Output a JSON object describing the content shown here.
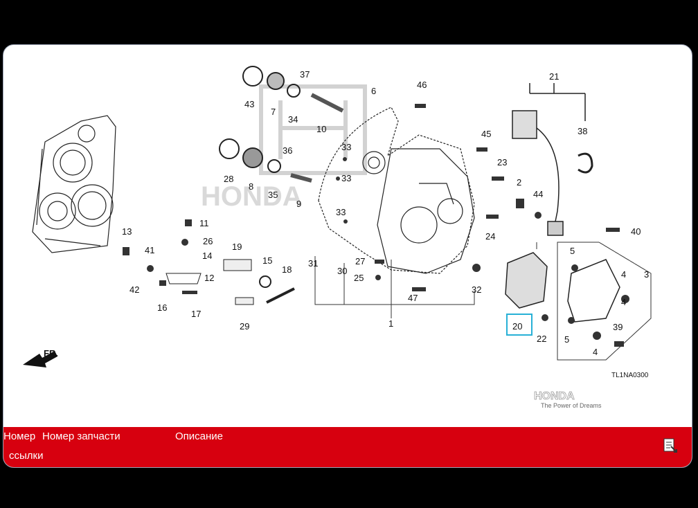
{
  "diagram": {
    "code": "TL1NA0300",
    "fr_label": "FR.",
    "watermark_brand": "HONDA",
    "watermark_tagline": "The Power of Dreams",
    "highlighted": "20",
    "callouts": [
      "1",
      "2",
      "3",
      "4",
      "4",
      "4",
      "5",
      "5",
      "6",
      "7",
      "8",
      "9",
      "10",
      "11",
      "12",
      "13",
      "14",
      "15",
      "16",
      "17",
      "18",
      "19",
      "20",
      "21",
      "22",
      "23",
      "24",
      "25",
      "26",
      "27",
      "28",
      "29",
      "30",
      "31",
      "32",
      "33",
      "33",
      "33",
      "34",
      "35",
      "36",
      "37",
      "38",
      "39",
      "40",
      "41",
      "42",
      "43",
      "44",
      "45",
      "46",
      "47"
    ]
  },
  "table": {
    "col_no_1": "Номер",
    "col_no_2": "ссылки",
    "col_part": "Номер запчасти",
    "col_desc": "Описание"
  },
  "colors": {
    "header_red": "#d7000f",
    "highlight": "#27b0d6"
  }
}
